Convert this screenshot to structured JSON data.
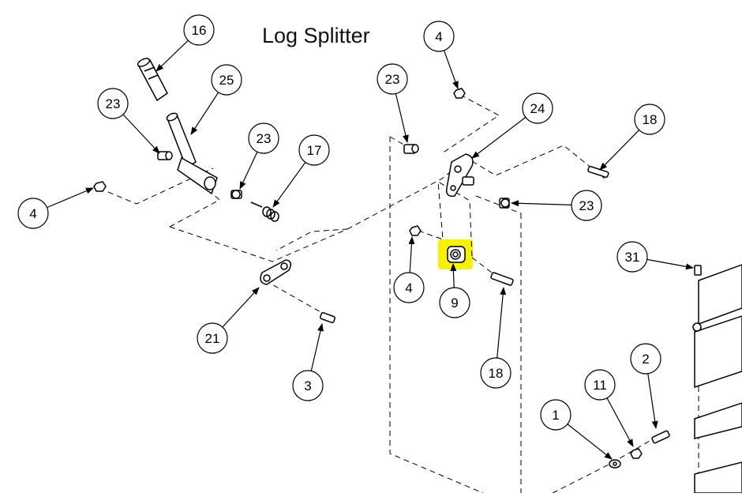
{
  "title": "Log Splitter",
  "highlight_color": "#f6f100",
  "callouts": [
    {
      "label": "16"
    },
    {
      "label": "25"
    },
    {
      "label": "23"
    },
    {
      "label": "23"
    },
    {
      "label": "17"
    },
    {
      "label": "4"
    },
    {
      "label": "21"
    },
    {
      "label": "3"
    },
    {
      "label": "4"
    },
    {
      "label": "23"
    },
    {
      "label": "24"
    },
    {
      "label": "18"
    },
    {
      "label": "23"
    },
    {
      "label": "4"
    },
    {
      "label": "9"
    },
    {
      "label": "18"
    },
    {
      "label": "31"
    },
    {
      "label": "1"
    },
    {
      "label": "11"
    },
    {
      "label": "2"
    }
  ]
}
